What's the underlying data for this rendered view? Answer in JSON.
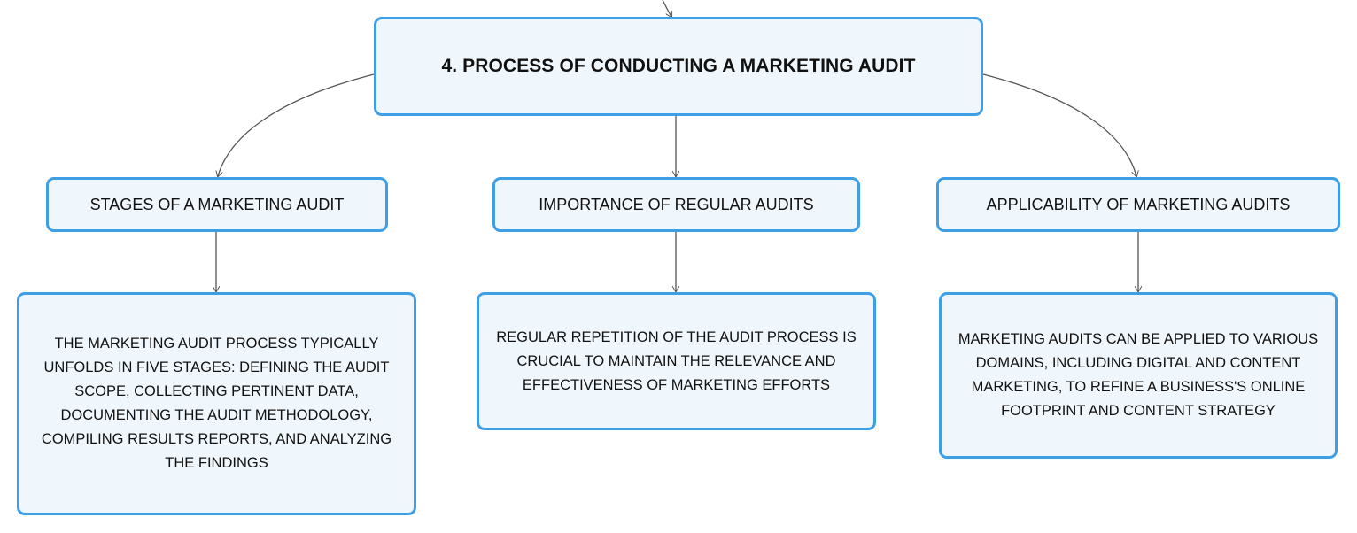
{
  "mindmap": {
    "root": {
      "label": "4. PROCESS OF CONDUCTING A MARKETING AUDIT"
    },
    "branches": [
      {
        "label": "STAGES OF A MARKETING AUDIT",
        "detail": "THE MARKETING AUDIT PROCESS TYPICALLY UNFOLDS IN FIVE STAGES: DEFINING THE AUDIT SCOPE, COLLECTING PERTINENT DATA, DOCUMENTING THE AUDIT METHODOLOGY, COMPILING RESULTS REPORTS, AND ANALYZING THE FINDINGS"
      },
      {
        "label": "IMPORTANCE OF REGULAR AUDITS",
        "detail": "REGULAR REPETITION OF THE AUDIT PROCESS IS CRUCIAL TO MAINTAIN THE RELEVANCE AND EFFECTIVENESS OF MARKETING EFFORTS"
      },
      {
        "label": "APPLICABILITY OF MARKETING AUDITS",
        "detail": "MARKETING AUDITS CAN BE APPLIED TO VARIOUS DOMAINS, INCLUDING DIGITAL AND CONTENT MARKETING, TO REFINE A BUSINESS'S ONLINE FOOTPRINT AND CONTENT STRATEGY"
      }
    ],
    "colors": {
      "node_border": "#3e9ee6",
      "node_fill": "#eff7fd",
      "connector": "#555555",
      "text": "#111111"
    }
  }
}
